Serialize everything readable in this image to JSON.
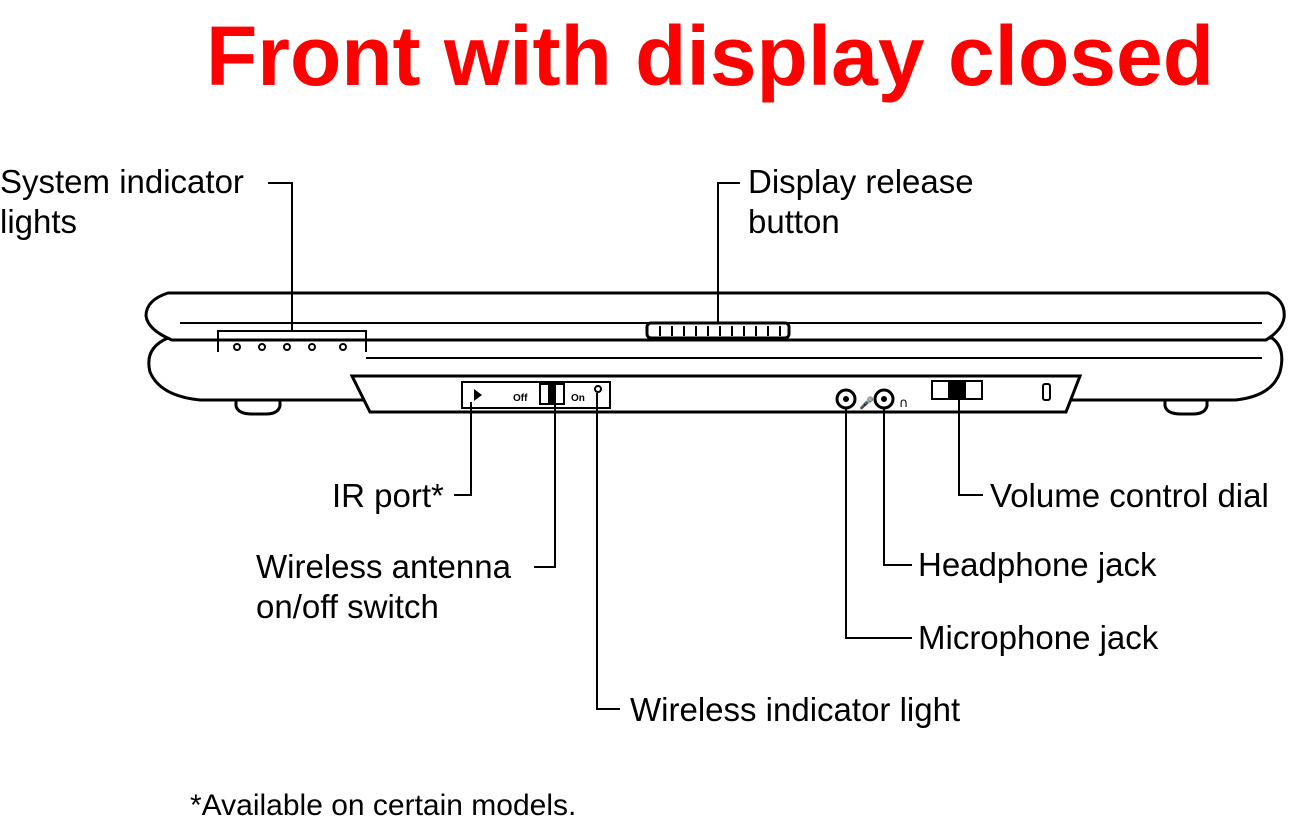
{
  "title": {
    "text": "Front with display closed",
    "color": "#ff0000"
  },
  "callouts": {
    "system_indicator_lights": [
      "System indicator",
      "lights"
    ],
    "display_release_button": [
      "Display release",
      "button"
    ],
    "ir_port": "IR port*",
    "wireless_antenna_switch": [
      "Wireless antenna",
      "on/off switch"
    ],
    "wireless_indicator_light": "Wireless indicator light",
    "volume_control_dial": "Volume control dial",
    "headphone_jack": "Headphone jack",
    "microphone_jack": "Microphone jack"
  },
  "panel_markings": {
    "off": "Off",
    "on": "On"
  },
  "footnote": "*Available on certain models."
}
